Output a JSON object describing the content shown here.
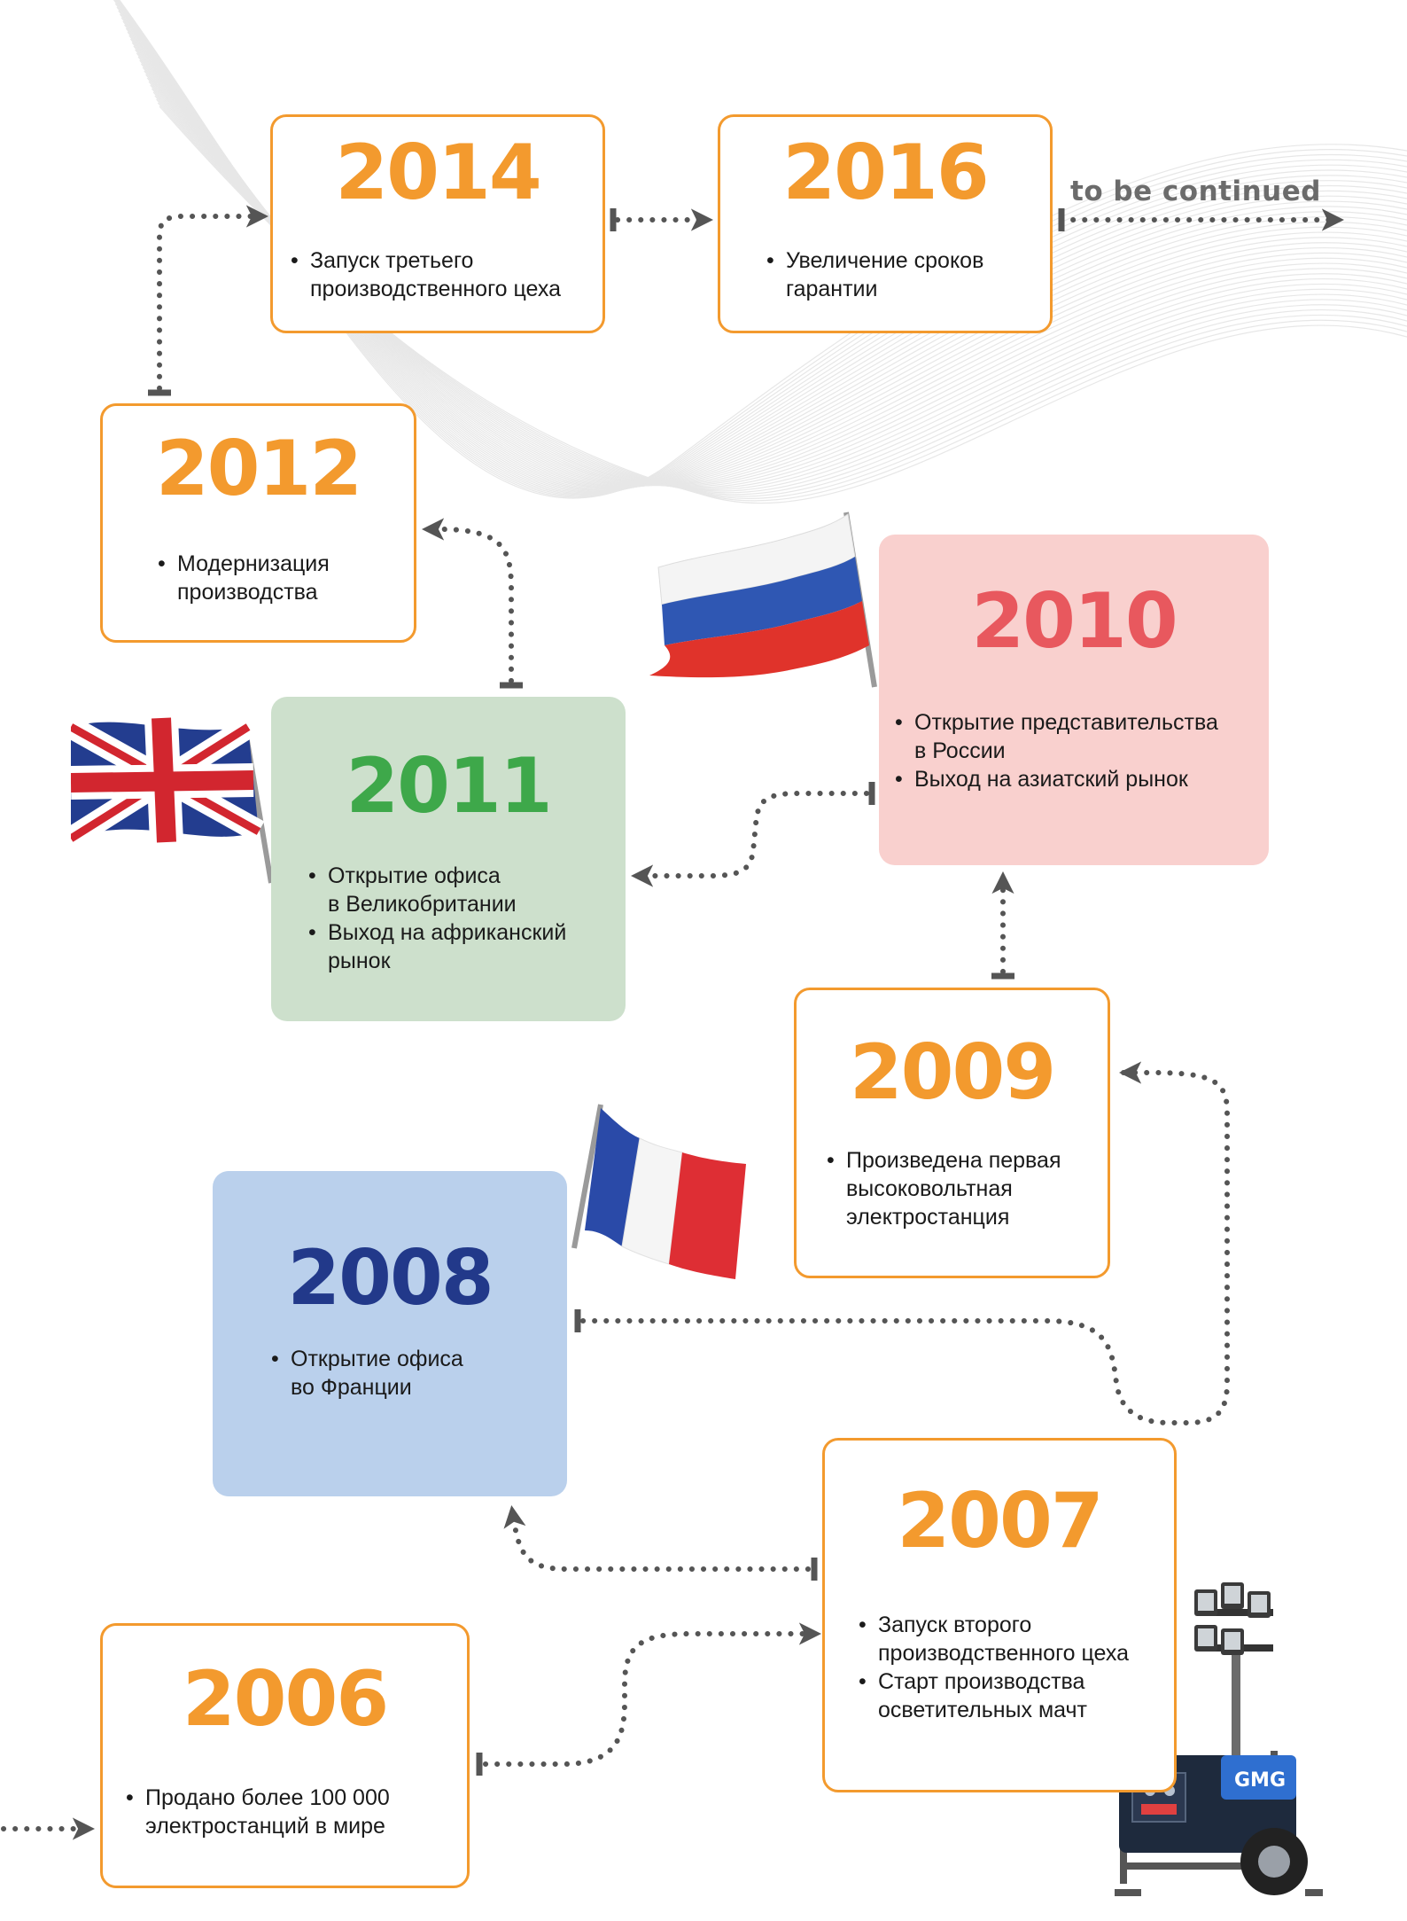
{
  "colors": {
    "orange": "#f39a2e",
    "connector": "#555555",
    "red_text": "#e8585e",
    "red_fill": "#f9d0ce",
    "green_text": "#3ea84a",
    "green_fill": "#cde0cc",
    "blue_text": "#22398a",
    "blue_fill": "#bad0ec"
  },
  "continued_label": "to be continued",
  "milestones": [
    {
      "year": "2014",
      "bullets": [
        "Запуск третьего\nпроизводственного цеха"
      ]
    },
    {
      "year": "2016",
      "bullets": [
        "Увеличение сроков\nгарантии"
      ]
    },
    {
      "year": "2012",
      "bullets": [
        "Модернизация\nпроизводства"
      ]
    },
    {
      "year": "2010",
      "bullets": [
        "Открытие представительства\nв России",
        "Выход на азиатский рынок"
      ]
    },
    {
      "year": "2011",
      "bullets": [
        "Открытие офиса\nв Великобритании",
        "Выход на африканский\nрынок"
      ]
    },
    {
      "year": "2009",
      "bullets": [
        "Произведена первая\nвысоковольтная\nэлектростанция"
      ]
    },
    {
      "year": "2008",
      "bullets": [
        "Открытие офиса\nво Франции"
      ]
    },
    {
      "year": "2007",
      "bullets": [
        "Запуск второго\nпроизводственного цеха",
        "Старт производства\nосветительных мачт"
      ]
    },
    {
      "year": "2006",
      "bullets": [
        "Продано более 100 000\nэлектростанций в мире"
      ]
    }
  ],
  "images": {
    "flag_russia": "russia-flag",
    "flag_uk": "uk-flag",
    "flag_france": "france-flag",
    "generator": "lighting-tower-generator",
    "generator_brand": "GMG"
  }
}
